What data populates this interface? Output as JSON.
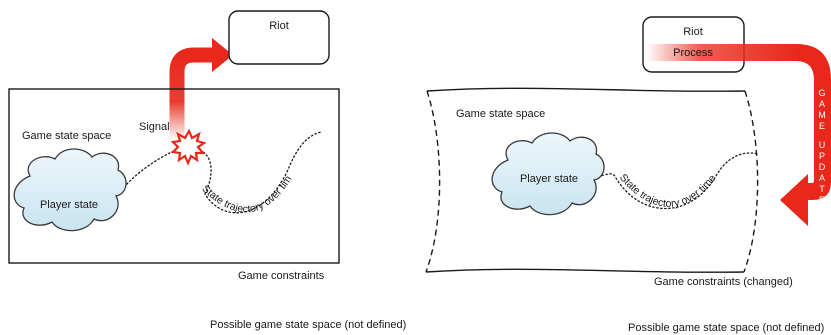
{
  "left_panel": {
    "riot_label": "Riot",
    "space_label": "Game state space",
    "signal_label": "Signal",
    "player_label": "Player state",
    "trajectory_label": "State trajectory over time",
    "constraints_label": "Game constraints",
    "possible_label": "Possible game state space (not defined)"
  },
  "right_panel": {
    "riot_label": "Riot",
    "process_label": "Process",
    "update_letters": [
      "G",
      "A",
      "M",
      "E",
      "",
      "U",
      "P",
      "D",
      "A",
      "T",
      "E"
    ],
    "space_label": "Game state space",
    "player_label": "Player state",
    "trajectory_label": "State trajectory over time",
    "constraints_label": "Game constraints (changed)",
    "possible_label": "Possible game state space (not defined)"
  },
  "colors": {
    "arrow_red": "#e8281a",
    "cloud_fill": "#d6ebf5",
    "cloud_stroke": "#3a3a3a",
    "line": "#1a1a1a",
    "burst": "#e8281a"
  }
}
